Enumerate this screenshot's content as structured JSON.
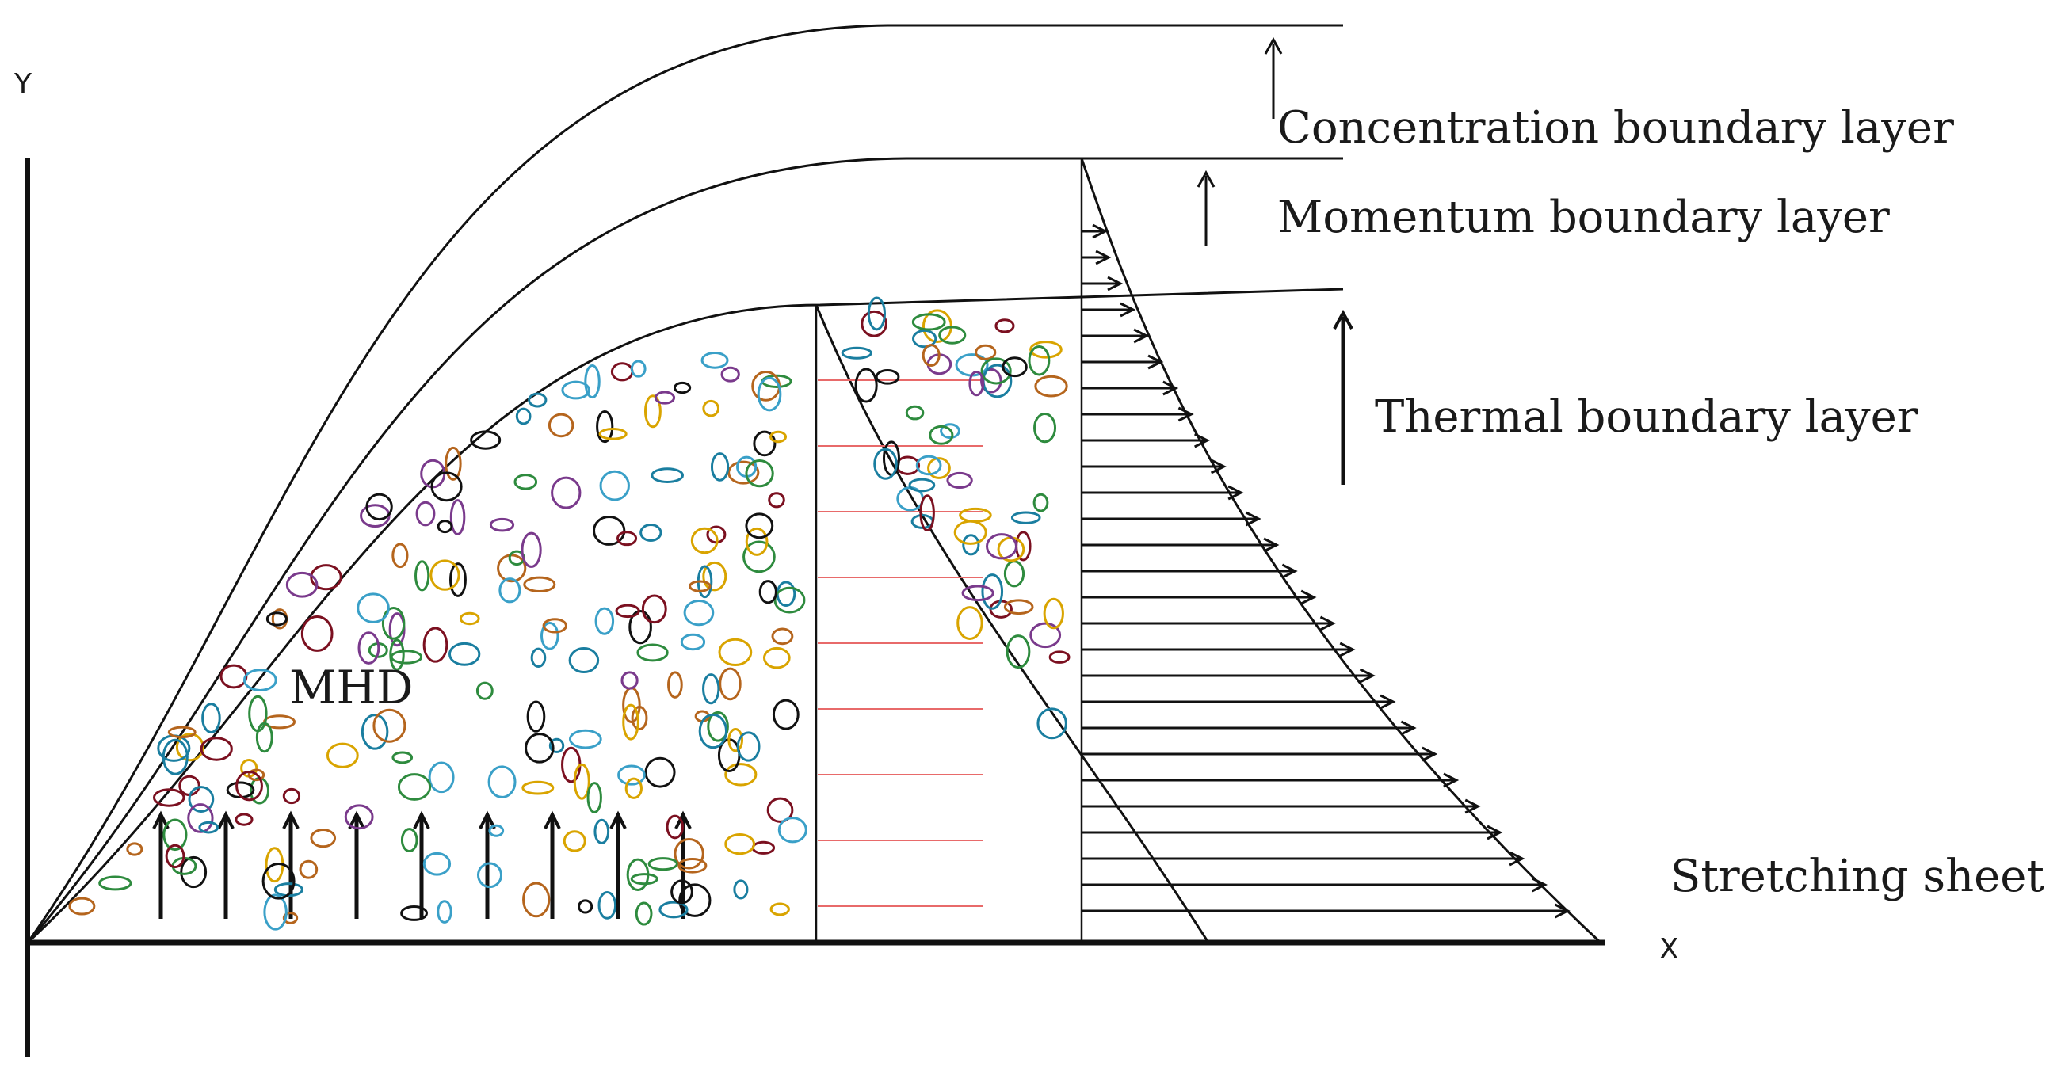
{
  "labels": {
    "y_axis": "Y",
    "x_axis": "X",
    "concentration": "Concentration boundary layer",
    "momentum": "Momentum boundary layer",
    "thermal": "Thermal boundary layer",
    "stretching": "Stretching sheet",
    "mhd": "MHD"
  },
  "colors": {
    "ink": "#111111",
    "thermal_hatch": "#e86a6a",
    "particles": [
      "#7b1020",
      "#b5651d",
      "#1a7ea0",
      "#2e8b3e",
      "#7a3a8c",
      "#111111",
      "#d9a400",
      "#3aa0c8"
    ]
  }
}
